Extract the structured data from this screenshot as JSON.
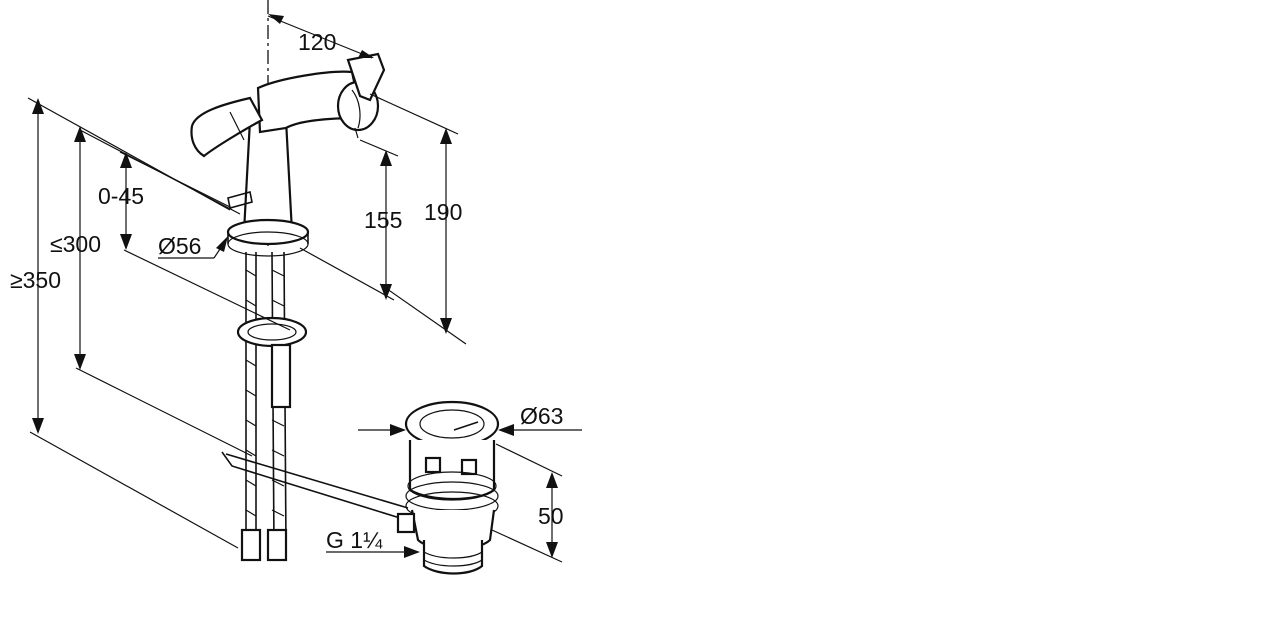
{
  "dimensions": {
    "spout_reach": "120",
    "lever_max": "0-45",
    "max_hose": "≤300",
    "min_clearance": "≥350",
    "base_diameter": "Ø56",
    "spout_height": "155",
    "total_height": "190",
    "waste_diameter": "Ø63",
    "waste_height": "50",
    "thread": "G 1¼"
  },
  "colors": {
    "line": "#111111",
    "background": "#ffffff"
  }
}
